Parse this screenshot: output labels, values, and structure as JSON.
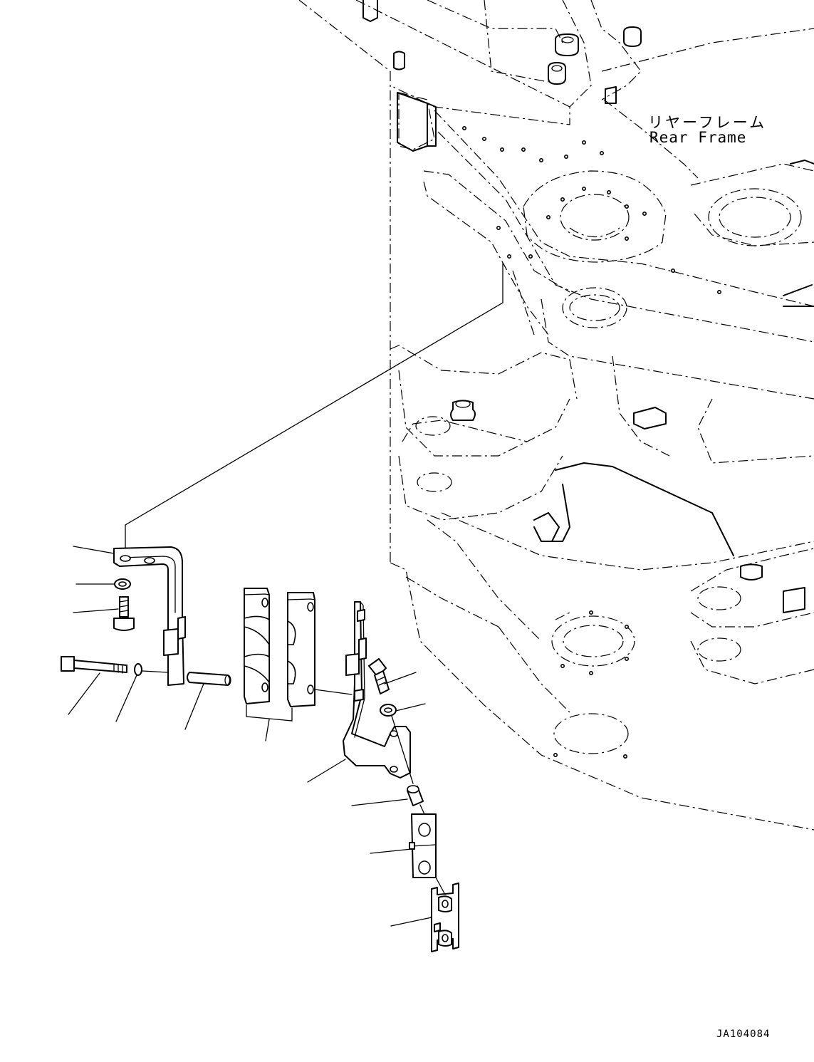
{
  "labels": {
    "part_name_jp": "リヤーフレーム",
    "part_name_en": "Rear Frame",
    "drawing_number": "JA104084"
  }
}
